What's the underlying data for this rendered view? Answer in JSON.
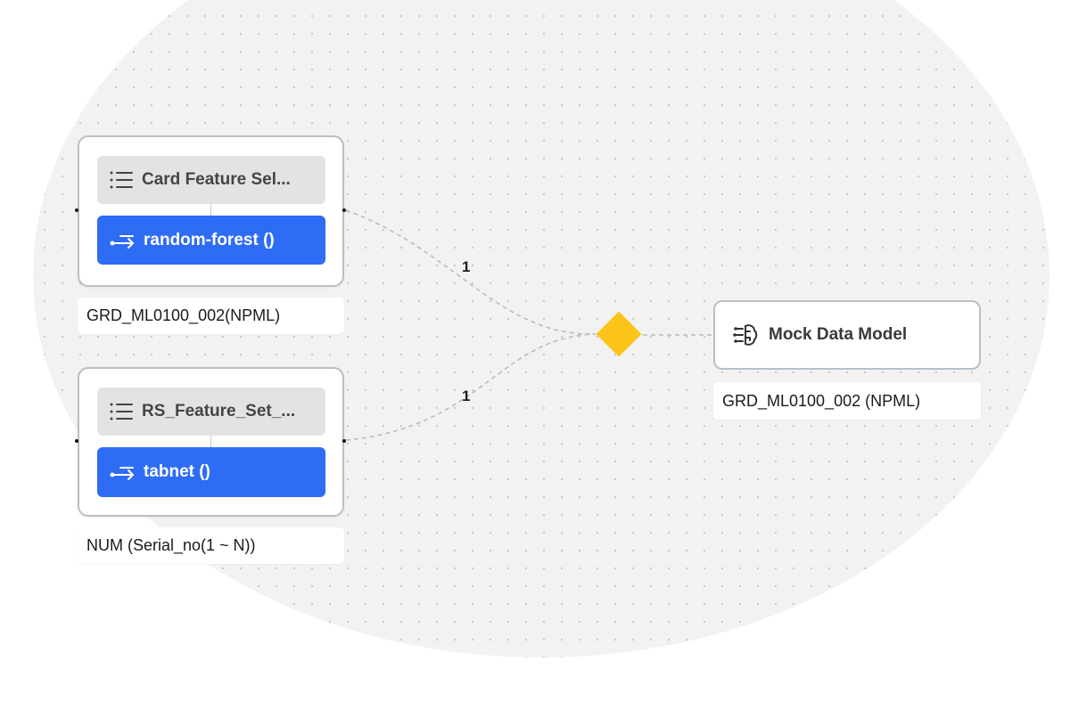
{
  "canvas": {
    "background_color": "#f2f2f3",
    "dot_color": "#c6c6cb"
  },
  "colors": {
    "node_border": "#b8c0c6",
    "chip_gray": "#e3e3e4",
    "chip_blue": "#2f6cf6",
    "join_diamond": "#fcc419",
    "edge": "#b9b9bf"
  },
  "nodes": [
    {
      "feature_set": "Card Feature Sel...",
      "feature_icon": "list-icon",
      "algorithm": "random-forest ()",
      "algorithm_icon": "route-icon",
      "caption": "GRD_ML0100_002(NPML)"
    },
    {
      "feature_set": "RS_Feature_Set_...",
      "feature_icon": "list-icon",
      "algorithm": "tabnet ()",
      "algorithm_icon": "route-icon",
      "caption": "NUM (Serial_no(1 ~ N))"
    }
  ],
  "edges": [
    {
      "label": "1"
    },
    {
      "label": "1"
    }
  ],
  "join": {
    "icon": "diamond-join-icon"
  },
  "model": {
    "title": "Mock Data Model",
    "icon": "brain-circuit-icon",
    "caption": "GRD_ML0100_002 (NPML)"
  }
}
